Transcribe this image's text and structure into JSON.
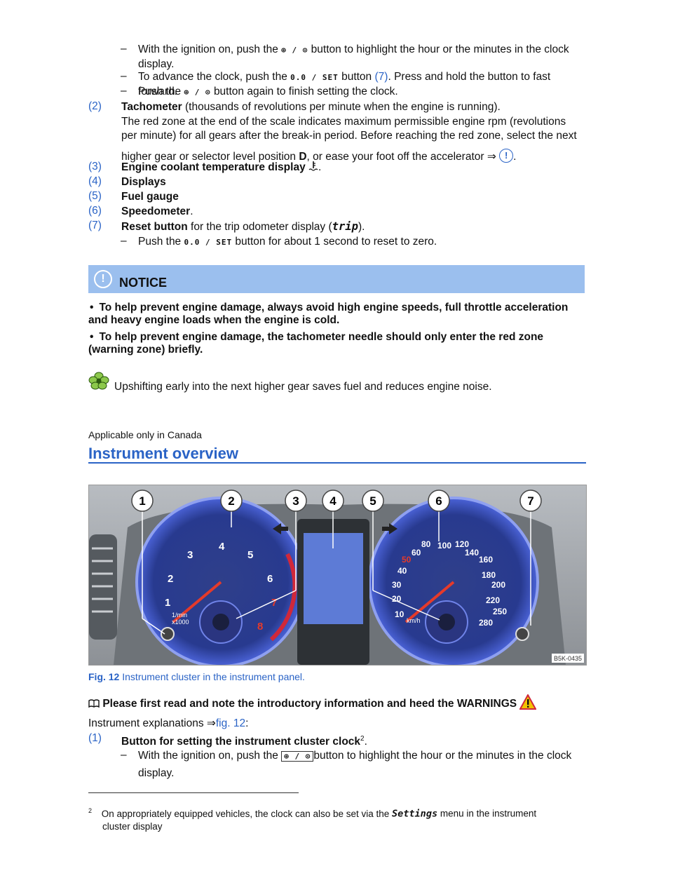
{
  "top_steps": [
    {
      "pre": "With the ignition on, push the",
      "post": "button to highlight the hour or the minutes in the clock",
      "cont": "display."
    },
    {
      "pre": "To advance the clock, push the",
      "post": "button",
      "ref": "(7)",
      "after": ". Press and hold the button to fast forward."
    },
    {
      "pre": "Push the",
      "post": "button again to finish setting the clock."
    }
  ],
  "button_clock_symbol": "⊕ / ⊙",
  "button_reset_symbol": "0.0 / SET",
  "items": [
    {
      "num": "(2)",
      "bold": "Tachometer",
      "rest": " (thousands of revolutions per minute when the engine is running)."
    },
    {
      "num": "(3)",
      "bold": "Engine coolant temperature display",
      "rest": "."
    },
    {
      "num": "(4)",
      "bold": "Displays",
      "rest": ""
    },
    {
      "num": "(5)",
      "bold": "Fuel gauge",
      "rest": ""
    },
    {
      "num": "(6)",
      "bold": "Speedometer",
      "rest": "."
    },
    {
      "num": "(7)",
      "bold": "Reset button",
      "rest": " for the trip odometer display ("
    }
  ],
  "tach_para_1": "The red zone at the end of the scale indicates maximum permissible engine rpm (revolutions",
  "tach_para_2": "per minute) for all gears after the break-in period. Before reaching the red zone, select the next",
  "tach_para_3a": "higher gear or selector level position",
  "tach_para_3b": "D",
  "tach_para_3c": ", or ease your foot off the accelerator ⇒",
  "trip_word": "trip",
  "trip_close": ").",
  "reset_step_pre": "Push the",
  "reset_step_post": "button for about 1 second to reset to zero.",
  "notice": {
    "label": "NOTICE",
    "bullets": [
      "To help prevent engine damage, always avoid high engine speeds, full throttle acceleration",
      "and heavy engine loads when the engine is cold.",
      "To help prevent engine damage, the tachometer needle should only enter the red zone",
      "(warning zone) briefly."
    ]
  },
  "tip": "Upshifting early into the next higher gear saves fuel and reduces engine noise.",
  "applicable": "Applicable only in Canada",
  "section_title": "Instrument overview",
  "figure": {
    "callouts": [
      "1",
      "2",
      "3",
      "4",
      "5",
      "6",
      "7"
    ],
    "code": "B5K-0435",
    "tach_ticks": [
      "1",
      "2",
      "3",
      "4",
      "5",
      "6",
      "7",
      "8"
    ],
    "speed_ticks": [
      "10",
      "20",
      "30",
      "40",
      "50",
      "60",
      "80",
      "100",
      "120",
      "140",
      "160",
      "180",
      "200",
      "220",
      "250",
      "280"
    ],
    "tach_unit_1": "1/min",
    "tach_unit_2": "x1000",
    "speed_unit": "km/h",
    "caption_label": "Fig. 12",
    "caption_text": "Instrument cluster in the instrument panel."
  },
  "read_first": "Please first read and note the introductory information and heed the WARNINGS",
  "explanations_pre": "Instrument explanations ⇒",
  "explanations_ref": "fig. 12",
  "explanations_post": ":",
  "item1": {
    "num": "(1)",
    "bold": "Button for setting the instrument cluster clock",
    "sup": "2",
    "tail": "."
  },
  "item1_step_pre": "With the ignition on, push the",
  "item1_step_post": "button to highlight the hour or the minutes in the clock",
  "item1_step_cont": "display.",
  "footnote_num": "2",
  "footnote_pre": "On appropriately equipped vehicles, the clock can also be set via the",
  "footnote_menu": "Settings",
  "footnote_post": "menu in the instrument",
  "footnote_line2": "cluster display",
  "colors": {
    "accent": "#2a63c6",
    "notice_bar": "#9bbfee",
    "warning": "#f2c200"
  }
}
